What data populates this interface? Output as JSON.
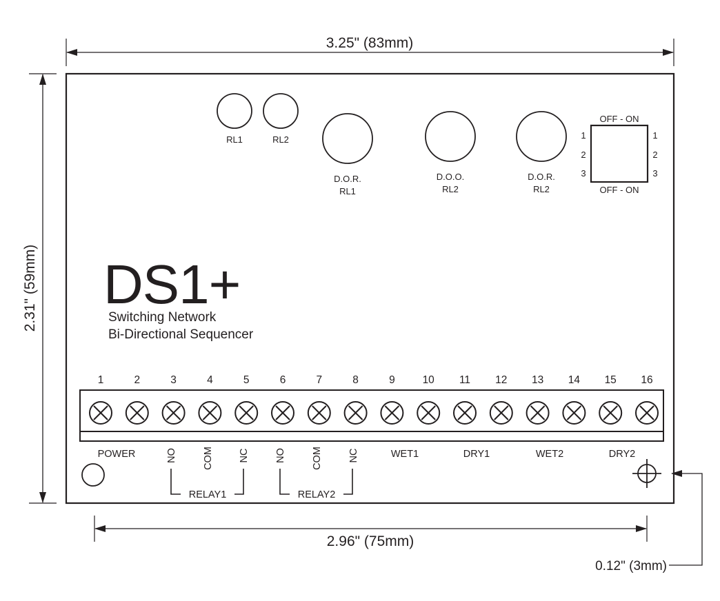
{
  "dimensions": {
    "width_label": "3.25\" (83mm)",
    "height_label": "2.31\" (59mm)",
    "hole_spacing_label": "2.96\" (75mm)",
    "hole_offset_label": "0.12\" (3mm)"
  },
  "leds_small": [
    "RL1",
    "RL2"
  ],
  "pots": [
    {
      "line1": "D.O.R.",
      "line2": "RL1"
    },
    {
      "line1": "D.O.O.",
      "line2": "RL2"
    },
    {
      "line1": "D.O.R.",
      "line2": "RL2"
    }
  ],
  "dip_switch": {
    "top_label": "OFF - ON",
    "bottom_label": "OFF - ON",
    "left_numbers": [
      "1",
      "2",
      "3"
    ],
    "right_numbers": [
      "1",
      "2",
      "3"
    ]
  },
  "brand": {
    "name": "DS1+",
    "line1": "Switching Network",
    "line2": "Bi-Directional Sequencer"
  },
  "terminals": [
    "1",
    "2",
    "3",
    "4",
    "5",
    "6",
    "7",
    "8",
    "9",
    "10",
    "11",
    "12",
    "13",
    "14",
    "15",
    "16"
  ],
  "terminal_labels": {
    "power": "POWER",
    "r1_no": "NO",
    "r1_com": "COM",
    "r1_nc": "NC",
    "r2_no": "NO",
    "r2_com": "COM",
    "r2_nc": "NC",
    "wet1": "WET1",
    "dry1": "DRY1",
    "wet2": "WET2",
    "dry2": "DRY2",
    "relay1": "RELAY1",
    "relay2": "RELAY2"
  }
}
